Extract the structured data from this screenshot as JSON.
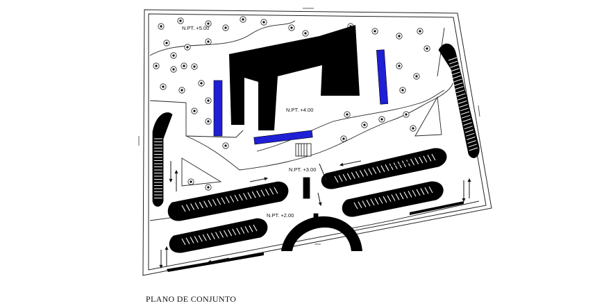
{
  "plan": {
    "title": "PLANO DE CONJUNTO",
    "levels": [
      {
        "id": "npt-5",
        "text": "N.PT.  +5.00"
      },
      {
        "id": "npt-4",
        "text": "N.PT.  +4.00"
      },
      {
        "id": "npt-3",
        "text": "N.PT.  +3.00"
      },
      {
        "id": "npt-2",
        "text": "N.PT.  +2.00"
      }
    ],
    "colors": {
      "line": "#222222",
      "building": "#000000",
      "water": "#1f1fd6",
      "background": "#ffffff"
    }
  }
}
